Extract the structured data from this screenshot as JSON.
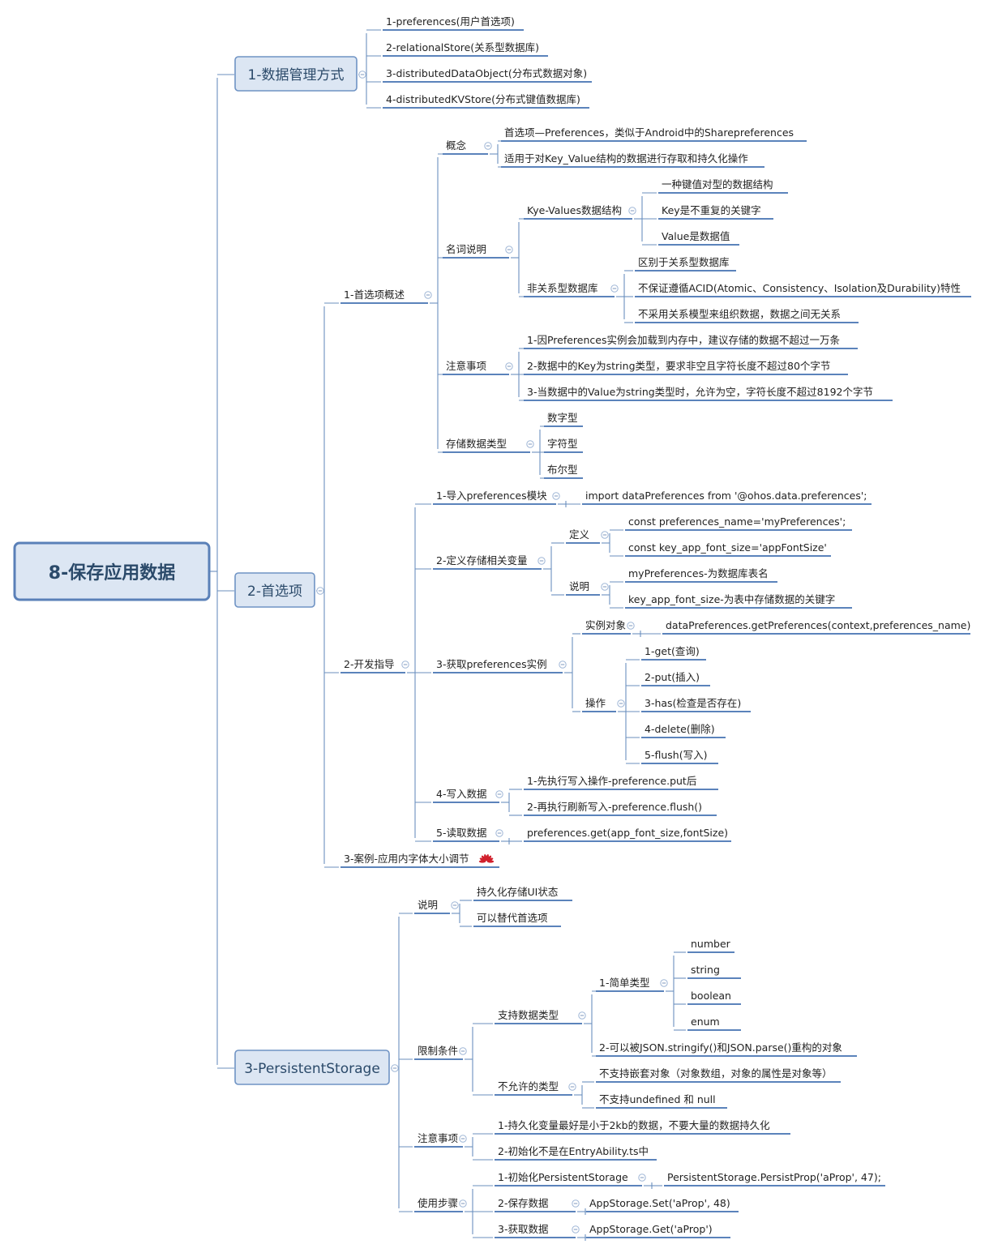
{
  "root": "8-保存应用数据",
  "branches": [
    {
      "id": "b1",
      "label": "1-数据管理方式",
      "children": [
        {
          "label": "1-preferences(用户首选项)"
        },
        {
          "label": "2-relationalStore(关系型数据库)"
        },
        {
          "label": "3-distributedDataObject(分布式数据对象)"
        },
        {
          "label": "4-distributedKVStore(分布式键值数据库)"
        }
      ]
    },
    {
      "id": "b2",
      "label": "2-首选项",
      "children": [
        {
          "label": "1-首选项概述",
          "children": [
            {
              "label": "概念",
              "children": [
                {
                  "label": "首选项—Preferences，类似于Android中的Sharepreferences"
                },
                {
                  "label": "适用于对Key_Value结构的数据进行存取和持久化操作"
                }
              ]
            },
            {
              "label": "名词说明",
              "children": [
                {
                  "label": "Kye-Values数据结构",
                  "children": [
                    {
                      "label": "一种键值对型的数据结构"
                    },
                    {
                      "label": "Key是不重复的关键字"
                    },
                    {
                      "label": "Value是数据值"
                    }
                  ]
                },
                {
                  "label": "非关系型数据库",
                  "children": [
                    {
                      "label": "区别于关系型数据库"
                    },
                    {
                      "label": "不保证遵循ACID(Atomic、Consistency、Isolation及Durability)特性"
                    },
                    {
                      "label": "不采用关系模型来组织数据，数据之间无关系"
                    }
                  ]
                }
              ]
            },
            {
              "label": "注意事项",
              "children": [
                {
                  "label": "1-因Preferences实例会加载到内存中，建议存储的数据不超过一万条"
                },
                {
                  "label": "2-数据中的Key为string类型，要求非空且字符长度不超过80个字节"
                },
                {
                  "label": "3-当数据中的Value为string类型时，允许为空，字符长度不超过8192个字节"
                }
              ]
            },
            {
              "label": "存储数据类型",
              "children": [
                {
                  "label": "数字型"
                },
                {
                  "label": "字符型"
                },
                {
                  "label": "布尔型"
                }
              ]
            }
          ]
        },
        {
          "label": "2-开发指导",
          "children": [
            {
              "label": "1-导入preferences模块",
              "children": [
                {
                  "label": "import dataPreferences from '@ohos.data.preferences';"
                }
              ]
            },
            {
              "label": "2-定义存储相关变量",
              "children": [
                {
                  "label": "定义",
                  "children": [
                    {
                      "label": "const preferences_name='myPreferences';"
                    },
                    {
                      "label": "const key_app_font_size='appFontSize'"
                    }
                  ]
                },
                {
                  "label": "说明",
                  "children": [
                    {
                      "label": "myPreferences-为数据库表名"
                    },
                    {
                      "label": "key_app_font_size-为表中存储数据的关键字"
                    }
                  ]
                }
              ]
            },
            {
              "label": "3-获取preferences实例",
              "children": [
                {
                  "label": "实例对象",
                  "children": [
                    {
                      "label": "dataPreferences.getPreferences(context,preferences_name)"
                    }
                  ]
                },
                {
                  "label": "操作",
                  "children": [
                    {
                      "label": "1-get(查询)"
                    },
                    {
                      "label": "2-put(插入)"
                    },
                    {
                      "label": "3-has(检查是否存在)"
                    },
                    {
                      "label": "4-delete(删除)"
                    },
                    {
                      "label": "5-flush(写入)"
                    }
                  ]
                }
              ]
            },
            {
              "label": "4-写入数据",
              "children": [
                {
                  "label": "1-先执行写入操作-preference.put后"
                },
                {
                  "label": "2-再执行刷新写入-preference.flush()"
                }
              ]
            },
            {
              "label": "5-读取数据",
              "children": [
                {
                  "label": "preferences.get(app_font_size,fontSize)"
                }
              ]
            }
          ]
        },
        {
          "label": "3-案例-应用内字体大小调节",
          "icon": "huawei-logo-icon"
        }
      ]
    },
    {
      "id": "b3",
      "label": "3-PersistentStorage",
      "children": [
        {
          "label": "说明",
          "children": [
            {
              "label": "持久化存储UI状态"
            },
            {
              "label": "可以替代首选项"
            }
          ]
        },
        {
          "label": "限制条件",
          "children": [
            {
              "label": "支持数据类型",
              "children": [
                {
                  "label": "1-简单类型",
                  "children": [
                    {
                      "label": "number"
                    },
                    {
                      "label": "string"
                    },
                    {
                      "label": "boolean"
                    },
                    {
                      "label": "enum"
                    }
                  ]
                },
                {
                  "label": "2-可以被JSON.stringify()和JSON.parse()重构的对象"
                }
              ]
            },
            {
              "label": "不允许的类型",
              "children": [
                {
                  "label": "不支持嵌套对象（对象数组，对象的属性是对象等）"
                },
                {
                  "label": "不支持undefined 和 null"
                }
              ]
            }
          ]
        },
        {
          "label": "注意事项",
          "children": [
            {
              "label": "1-持久化变量最好是小于2kb的数据，不要大量的数据持久化"
            },
            {
              "label": "2-初始化不是在EntryAbility.ts中"
            }
          ]
        },
        {
          "label": "使用步骤",
          "children": [
            {
              "label": "1-初始化PersistentStorage",
              "children": [
                {
                  "label": "PersistentStorage.PersistProp('aProp', 47);"
                }
              ]
            },
            {
              "label": "2-保存数据",
              "children": [
                {
                  "label": "AppStorage.Set('aProp', 48)"
                }
              ]
            },
            {
              "label": "3-获取数据",
              "children": [
                {
                  "label": "AppStorage.Get('aProp')"
                }
              ]
            }
          ]
        }
      ]
    }
  ],
  "colors": {
    "line": "#6b8fbe",
    "underline": "#5b83bb",
    "boxFill": "#dce6f3",
    "boxStroke": "#6f93c4",
    "rootStroke": "#5a80b8",
    "text": "#222222",
    "boxText": "#2b4a6a"
  }
}
